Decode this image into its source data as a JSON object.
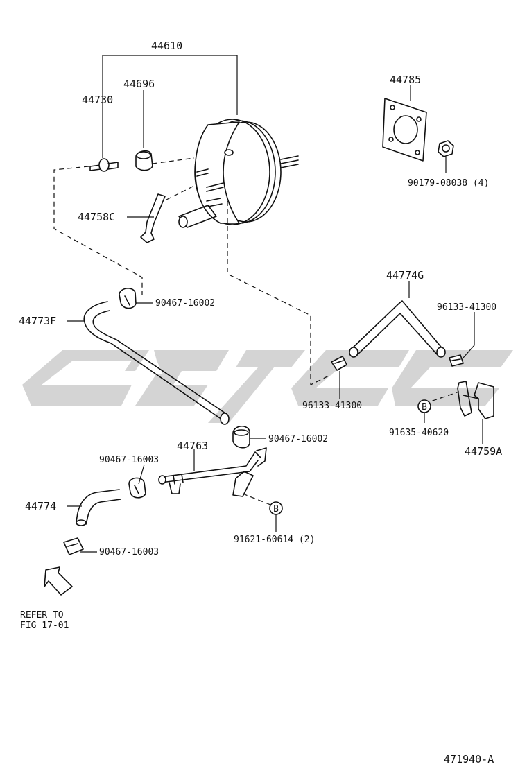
{
  "watermark": {
    "color": "#d4d4d4"
  },
  "labels": {
    "p44610": "44610",
    "p44730": "44730",
    "p44696": "44696",
    "p44785": "44785",
    "p90179": "90179-08038 (4)",
    "p44758c": "44758C",
    "p44774g": "44774G",
    "p96133_a": "96133-41300",
    "p90467_16002_a": "90467-16002",
    "p44773f": "44773F",
    "p96133_b": "96133-41300",
    "p91635": "91635-40620",
    "p44759a": "44759A",
    "p44763": "44763",
    "p90467_16002_b": "90467-16002",
    "p90467_16003_a": "90467-16003",
    "p44774": "44774",
    "p91621": "91621-60614 (2)",
    "p90467_16003_b": "90467-16003"
  },
  "circle_marks": {
    "b1": "B",
    "b2": "B"
  },
  "refer": {
    "line1": "REFER TO",
    "line2": "FIG 17-01"
  },
  "figure_id": "471940-A"
}
